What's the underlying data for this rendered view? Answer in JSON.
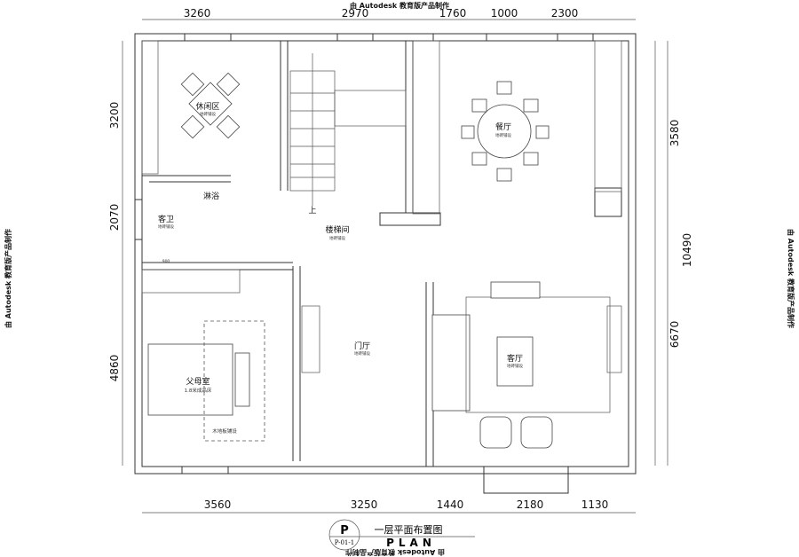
{
  "watermark": "由 Autodesk 教育版产品制作",
  "dimensions": {
    "top": [
      "3260",
      "2970",
      "1760",
      "1000",
      "2300"
    ],
    "bottom": [
      "3560",
      "3250",
      "1440",
      "2180",
      "1130"
    ],
    "left": [
      "3200",
      "2070",
      "4860"
    ],
    "right": [
      "3580",
      "10490",
      "6670"
    ]
  },
  "rooms": {
    "leisure": {
      "name": "休闲区",
      "floor": "地砖铺设"
    },
    "shower": {
      "name": "淋浴"
    },
    "guest_bath": {
      "name": "客卫",
      "floor": "地砖铺设",
      "width": "900"
    },
    "stairs": {
      "name": "楼梯间",
      "floor": "地砖铺设",
      "up": "上"
    },
    "dining": {
      "name": "餐厅",
      "floor": "地砖铺设"
    },
    "foyer": {
      "name": "门厅",
      "floor": "地砖铺设"
    },
    "living": {
      "name": "客厅",
      "floor": "地砖铺设"
    },
    "parents": {
      "name": "父母室",
      "bed": "1.8米成品床",
      "floor": "木地板铺设"
    }
  },
  "title_block": {
    "symbol": "P",
    "sheet": "P-01-1",
    "title": "一层平面布置图",
    "subtitle": "PLAN"
  }
}
